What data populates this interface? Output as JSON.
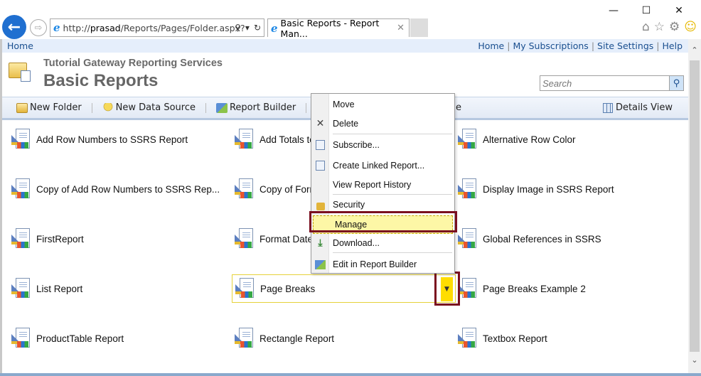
{
  "window": {
    "controls": {
      "minimize": "—",
      "maximize": "☐",
      "close": "✕"
    }
  },
  "browser": {
    "back_icon": "←",
    "forward_icon": "⇨",
    "address": {
      "prefix": "http://",
      "host": "prasad",
      "path": "/Reports/Pages/Folder.aspx?"
    },
    "address_tools": {
      "search": "⚲",
      "dropdown": "▾",
      "refresh": "↻"
    },
    "tab": {
      "title": "Basic Reports - Report Man...",
      "close": "✕"
    },
    "toolbar_icons": {
      "home": "⌂",
      "favorites": "☆",
      "settings": "⚙",
      "feedback": "☺"
    }
  },
  "topnav": {
    "left": "Home",
    "links": [
      "Home",
      "My Subscriptions",
      "Site Settings",
      "Help"
    ],
    "separator": "|"
  },
  "header": {
    "site_name": "Tutorial Gateway Reporting Services",
    "folder_title": "Basic Reports",
    "search_placeholder": "Search",
    "search_icon": "⚲"
  },
  "toolbar": {
    "new_folder": "New Folder",
    "new_data_source": "New Data Source",
    "report_builder": "Report Builder",
    "folder_settings_partial": "e",
    "details_view": "Details View"
  },
  "reports": [
    {
      "name": "Add Row Numbers to SSRS Report"
    },
    {
      "name": "Add Totals to"
    },
    {
      "name": "Alternative Row Color"
    },
    {
      "name": "Copy of Add Row Numbers to SSRS Rep..."
    },
    {
      "name": "Copy of Form"
    },
    {
      "name": "Display Image in SSRS Report"
    },
    {
      "name": "FirstReport"
    },
    {
      "name": "Format Date"
    },
    {
      "name": "Global References in SSRS"
    },
    {
      "name": "List Report"
    },
    {
      "name": "Page Breaks",
      "selected": true,
      "dropdown_icon": "▼"
    },
    {
      "name": "Page Breaks Example 2"
    },
    {
      "name": "ProductTable Report"
    },
    {
      "name": "Rectangle Report"
    },
    {
      "name": "Textbox Report"
    }
  ],
  "context_menu": {
    "items": [
      {
        "label": "Move",
        "icon": ""
      },
      {
        "label": "Delete",
        "icon": "✕"
      },
      {
        "label": "Subscribe...",
        "icon": "subscribe-icon"
      },
      {
        "label": "Create Linked Report...",
        "icon": "linked-report-icon"
      },
      {
        "label": "View Report History",
        "icon": ""
      },
      {
        "label": "Security",
        "icon": "lock-icon"
      },
      {
        "label": "Manage",
        "icon": "",
        "active": true
      },
      {
        "label": "Download...",
        "icon": "download-icon"
      },
      {
        "label": "Edit in Report Builder",
        "icon": "report-builder-icon"
      }
    ]
  },
  "colors": {
    "highlight_border": "#7a0f1f",
    "selected_item_border": "#e6d23a",
    "dropdown_button": "#ffdd00",
    "menu_active_bg": "#fdf7a6",
    "topnav_bg": "#e5eefb",
    "link": "#1a4f8f"
  },
  "scrollbar": {
    "up": "⌃",
    "down": "⌄"
  }
}
